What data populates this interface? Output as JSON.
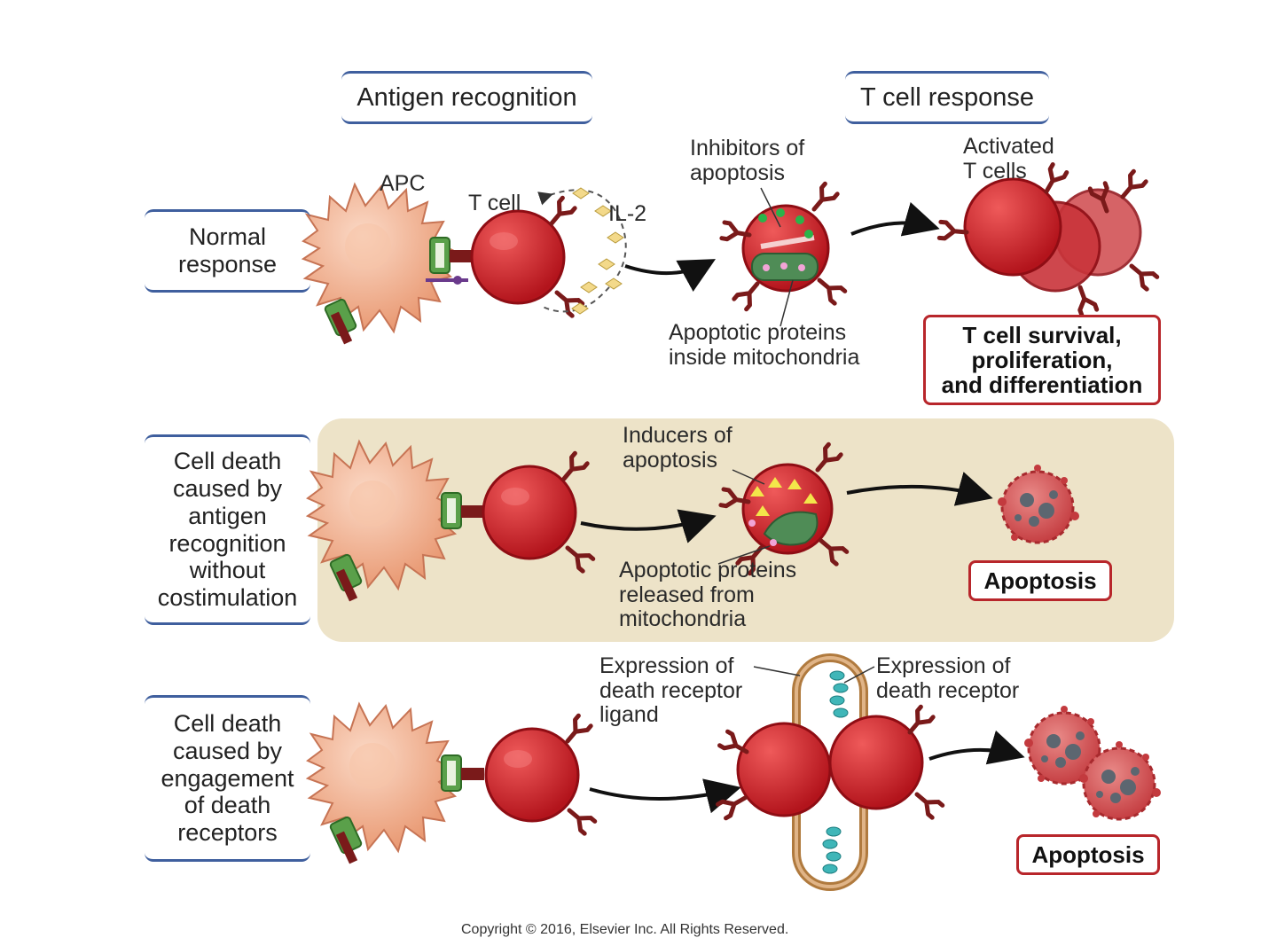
{
  "headers": {
    "antigen_recognition": "Antigen recognition",
    "t_cell_response": "T cell response"
  },
  "rows": [
    {
      "label": "Normal\nresponse"
    },
    {
      "label": "Cell death\ncaused by\nantigen\nrecognition\nwithout\ncostimulation"
    },
    {
      "label": "Cell death\ncaused by\nengagement\nof death\nreceptors"
    }
  ],
  "labels": {
    "apc": "APC",
    "t_cell": "T cell",
    "il2": "IL-2",
    "inhibitors": "Inhibitors of\napoptosis",
    "activated": "Activated\nT cells",
    "apoptotic_inside": "Apoptotic proteins\ninside mitochondria",
    "inducers": "Inducers of\napoptosis",
    "apoptotic_released": "Apoptotic proteins\nreleased from\nmitochondria",
    "ligand": "Expression of\ndeath receptor\nligand",
    "receptor": "Expression of\ndeath receptor"
  },
  "outcomes": {
    "survival": "T cell survival,\nproliferation,\nand differentiation",
    "apoptosis_1": "Apoptosis",
    "apoptosis_2": "Apoptosis"
  },
  "copyright": "Copyright © 2016, Elsevier Inc. All Rights Reserved.",
  "colors": {
    "frame_blue": "#3f5f9e",
    "t_cell_red": "#d6262e",
    "apc_peach": "#f2b392",
    "receptor_maroon": "#7a1a1a",
    "costim_green": "#5aa04a",
    "outcome_border": "#b8262b",
    "panel_tan": "#ede3c8"
  }
}
